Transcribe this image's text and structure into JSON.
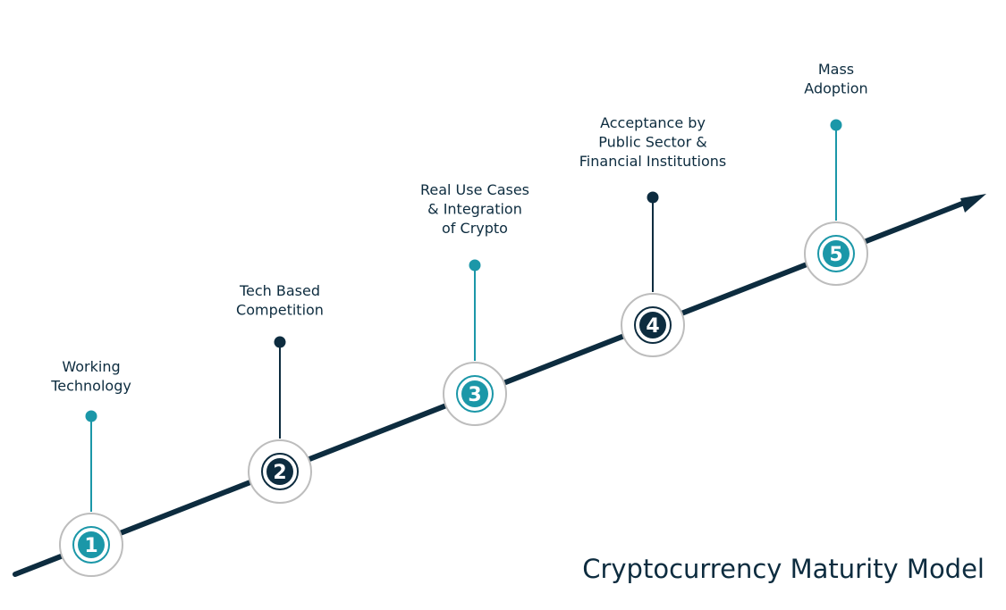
{
  "title": "Cryptocurrency Maturity Model",
  "colors": {
    "navy": "#0d2c3f",
    "teal": "#1b97a8",
    "ring": "#bdbdbd"
  },
  "stages": [
    {
      "number": "1",
      "color": "teal",
      "label_lines": [
        "Working",
        "Technology"
      ]
    },
    {
      "number": "2",
      "color": "navy",
      "label_lines": [
        "Tech Based",
        "Competition"
      ]
    },
    {
      "number": "3",
      "color": "teal",
      "label_lines": [
        "Real Use Cases",
        "&  Integration",
        "of Crypto"
      ]
    },
    {
      "number": "4",
      "color": "navy",
      "label_lines": [
        "Acceptance by",
        "Public Sector &",
        "Financial Institutions"
      ]
    },
    {
      "number": "5",
      "color": "teal",
      "label_lines": [
        "Mass",
        "Adoption"
      ]
    }
  ]
}
